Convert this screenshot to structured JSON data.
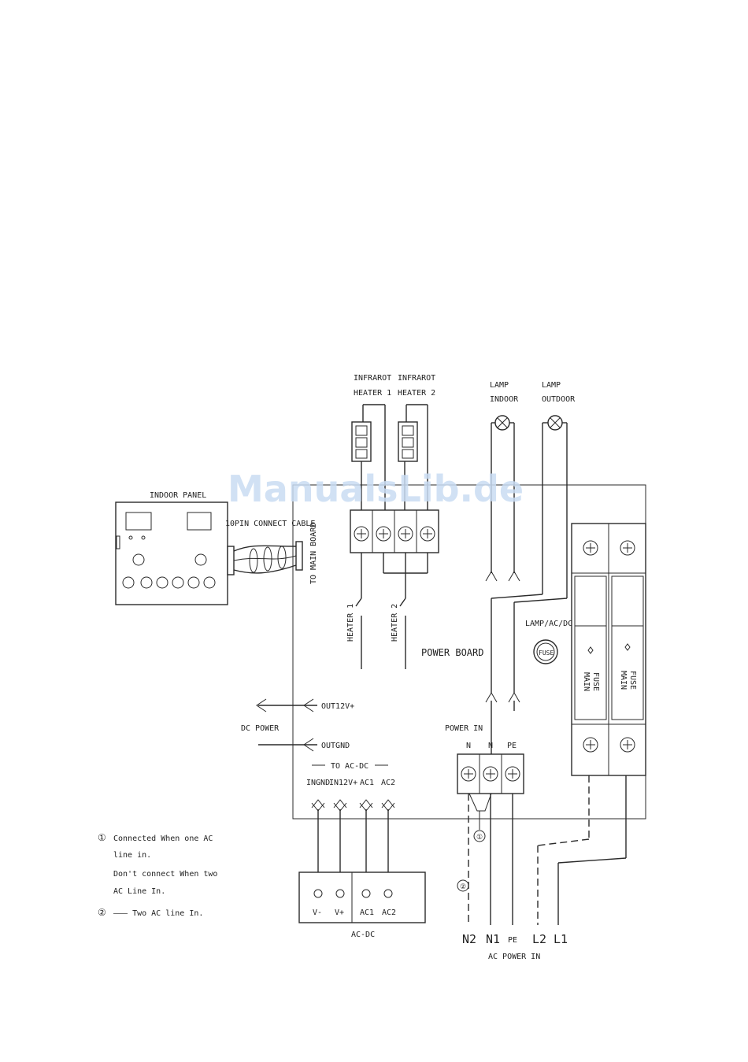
{
  "watermark": "ManualsLib.de",
  "labels": {
    "infrared_heater_1": [
      "INFRAROT",
      "HEATER 1"
    ],
    "infrared_heater_2": [
      "INFRAROT",
      "HEATER 2"
    ],
    "lamp_indoor": [
      "LAMP",
      "INDOOR"
    ],
    "lamp_outdoor": [
      "LAMP",
      "OUTDOOR"
    ],
    "indoor_panel": "INDOOR PANEL",
    "connect_cable": "10PIN CONNECT CABLE",
    "to_main_board": "TO MAIN BOARD",
    "heater_1": "HEATER 1",
    "heater_2": "HEATER 2",
    "power_board": "POWER BOARD",
    "lamp_acdc": "LAMP/AC/DC",
    "fuse": "FUSE",
    "main_fuse": [
      "MAIN",
      "FUSE"
    ],
    "out12v": "OUT12V+",
    "dc_power": "DC POWER",
    "outgnd": "OUTGND",
    "power_in": "POWER IN",
    "terminal_n1": "N",
    "terminal_n2": "N",
    "terminal_pe": "PE",
    "to_acdc": "TO AC-DC",
    "inputs": [
      "INGND",
      "IN12V+",
      "AC1",
      "AC2"
    ],
    "acdc_terminals": [
      "V-",
      "V+",
      "AC1",
      "AC2"
    ],
    "acdc_module": "AC-DC",
    "mains_lines": [
      "N2",
      "N1",
      "PE",
      "L2",
      "L1"
    ],
    "ac_power_in": "AC POWER IN"
  },
  "legend": {
    "note1_marker": "①",
    "note1_lines": [
      "Connected When one AC",
      "line in.",
      "Don't connect When two",
      "AC Line In."
    ],
    "note2_marker": "②",
    "note2_text": "——— Two AC line In."
  },
  "markers": {
    "circle1": "①",
    "circle2": "②"
  }
}
